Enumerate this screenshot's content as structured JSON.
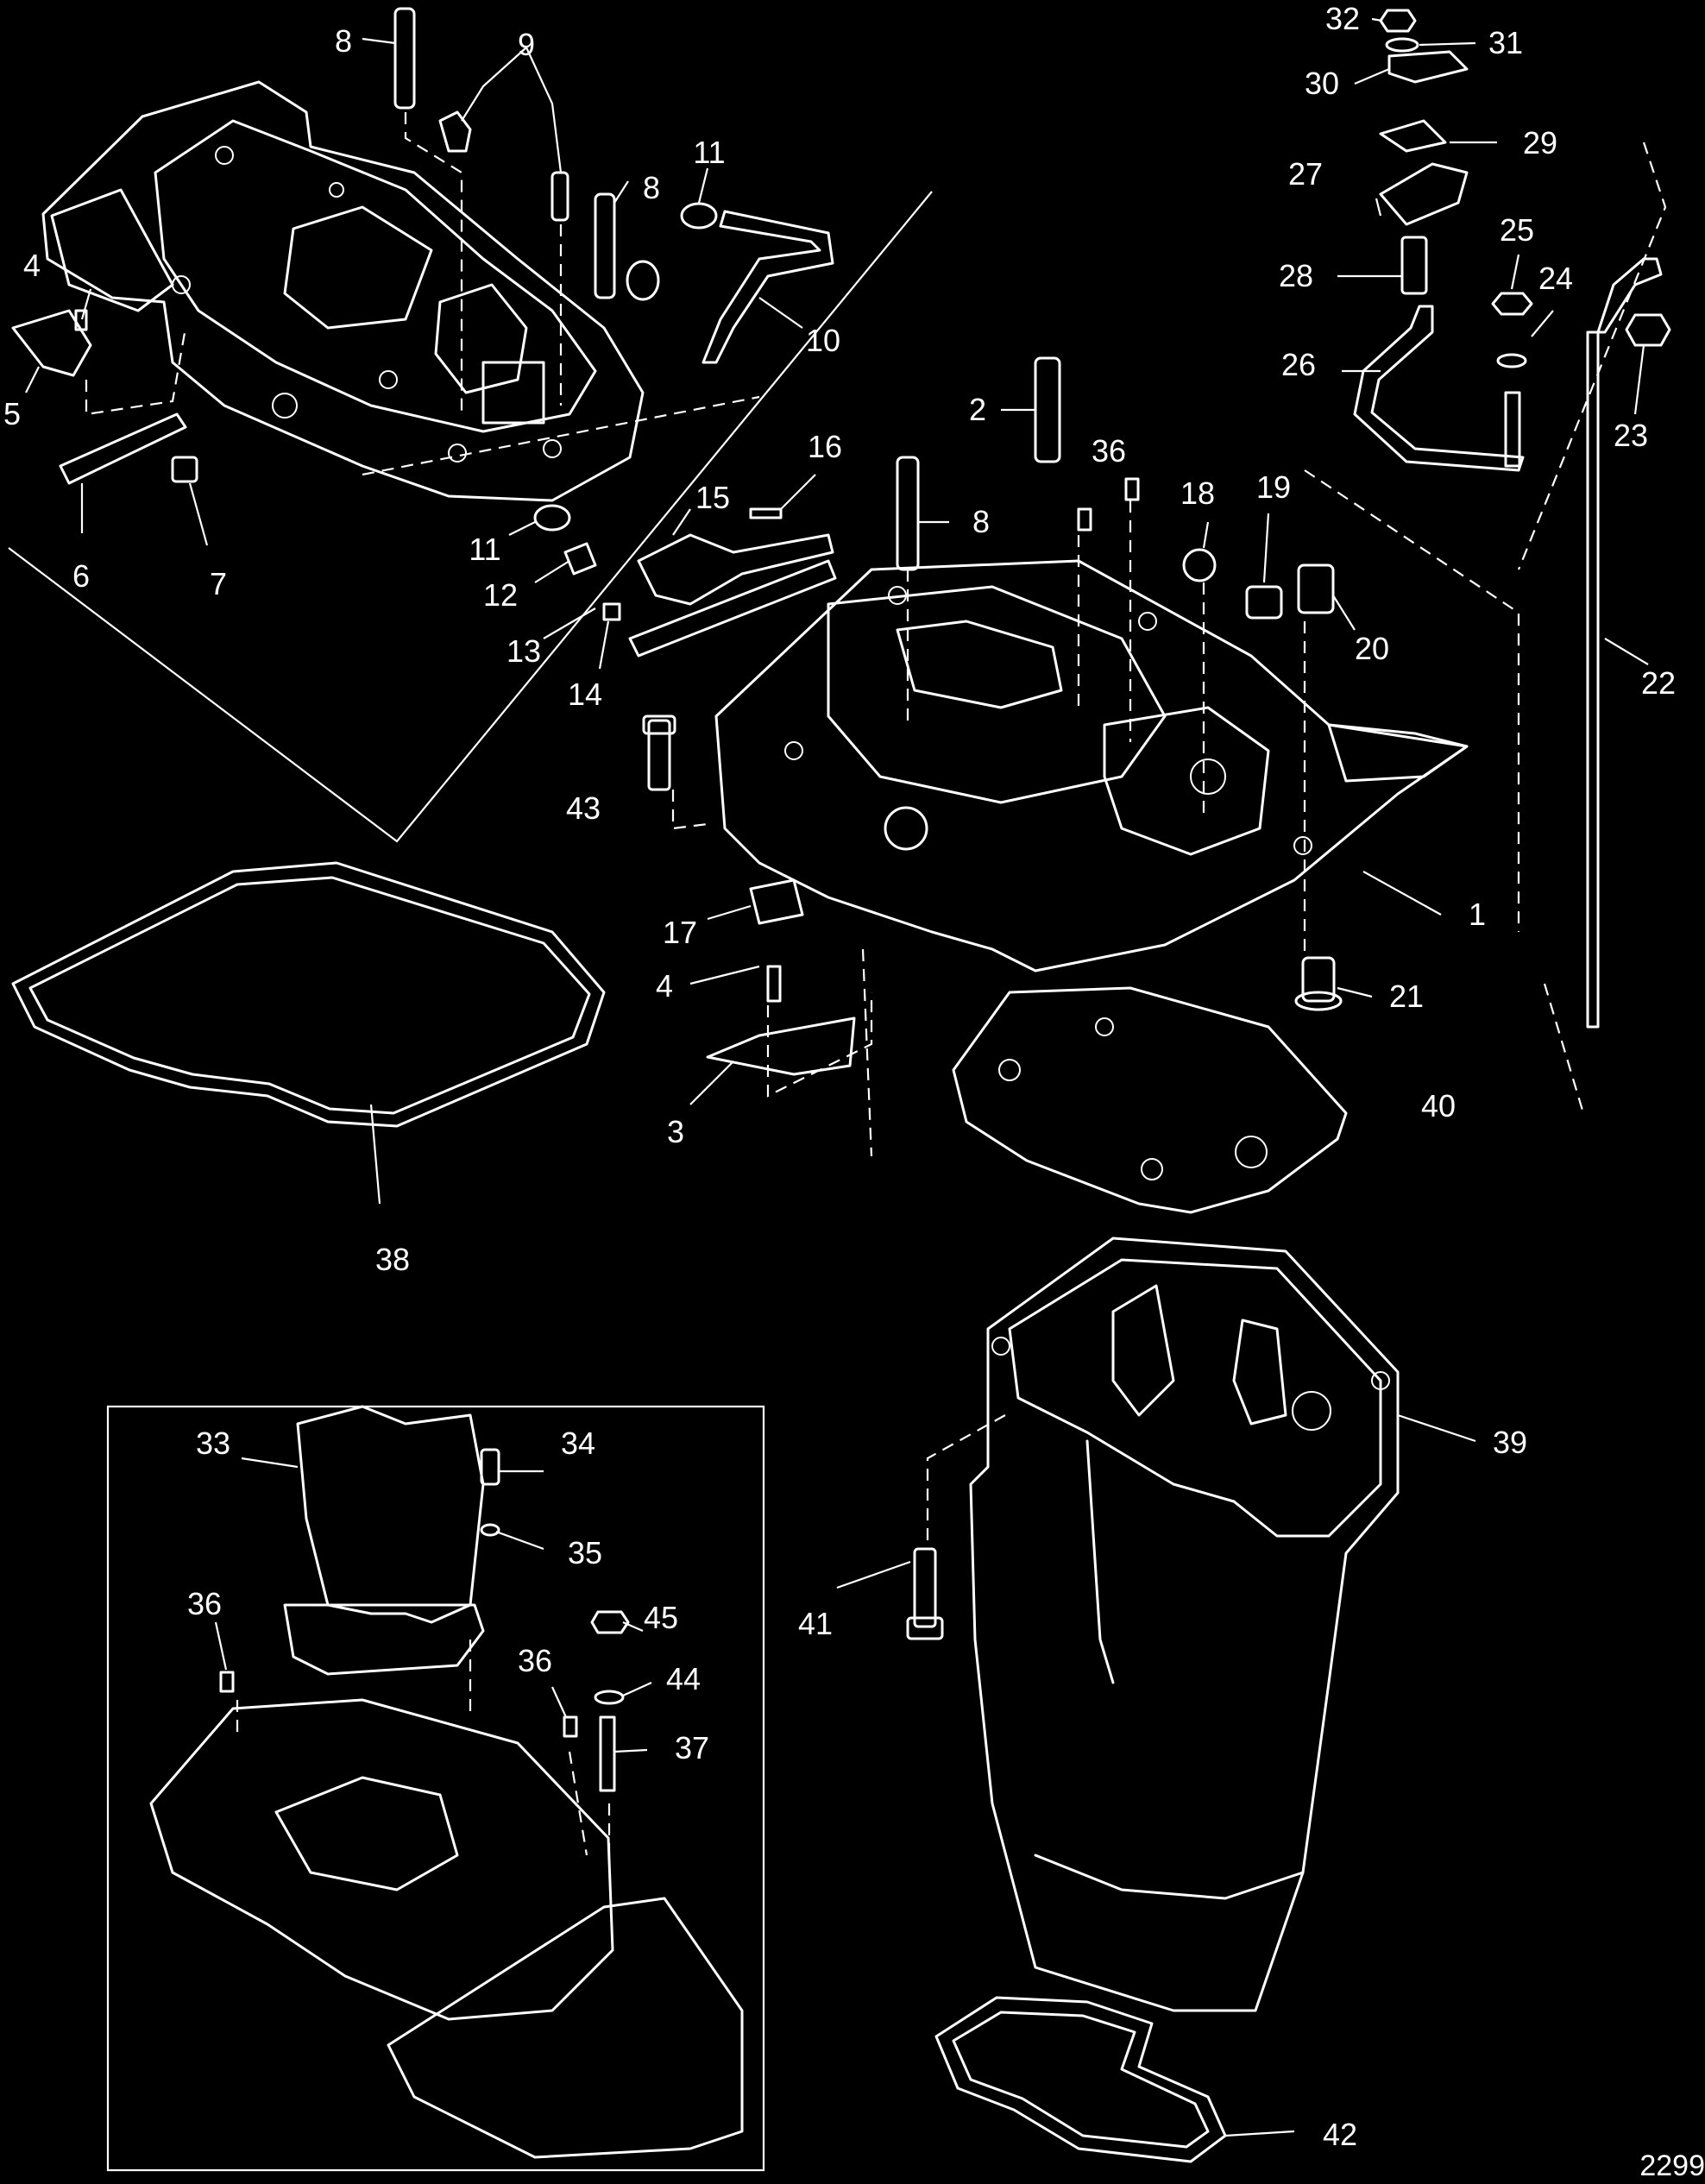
{
  "figure_id": "2299",
  "colors": {
    "background": "#000000",
    "lines": "#ffffff"
  },
  "callouts": [
    "1",
    "2",
    "3",
    "4",
    "5",
    "6",
    "7",
    "8",
    "9",
    "10",
    "11",
    "12",
    "13",
    "14",
    "15",
    "16",
    "17",
    "18",
    "19",
    "20",
    "21",
    "22",
    "23",
    "24",
    "25",
    "26",
    "27",
    "28",
    "29",
    "30",
    "31",
    "32",
    "33",
    "34",
    "35",
    "36",
    "37",
    "38",
    "39",
    "40",
    "41",
    "42",
    "43",
    "44",
    "45"
  ]
}
